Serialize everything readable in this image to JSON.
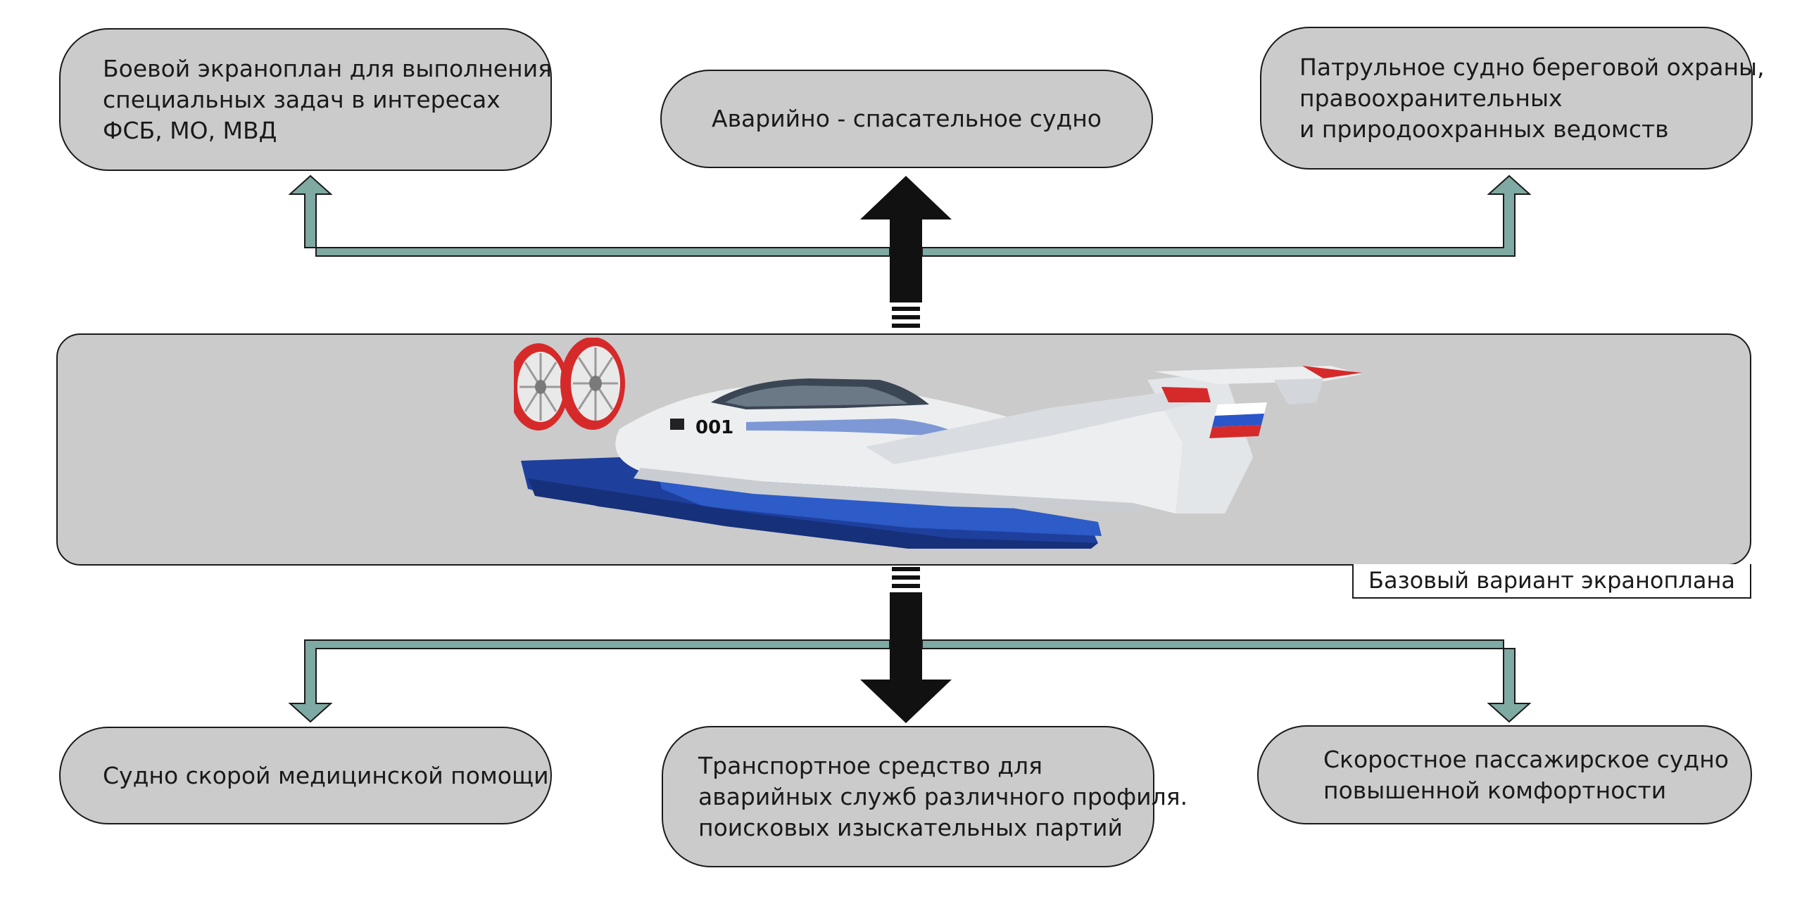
{
  "diagram": {
    "base": {
      "caption": "Базовый вариант экраноплана",
      "hull_number": "001"
    },
    "variants_top": [
      {
        "id": "combat",
        "lines": [
          "Боевой экраноплан для выполнения",
          "специальных задач в интересах",
          "ФСБ, МО, МВД"
        ]
      },
      {
        "id": "rescue",
        "lines": [
          "Аварийно - спасательное судно"
        ]
      },
      {
        "id": "patrol",
        "lines": [
          "Патрульное судно береговой охраны,",
          "правоохранительных",
          "и природоохранных ведомств"
        ]
      }
    ],
    "variants_bottom": [
      {
        "id": "medical",
        "lines": [
          "Судно скорой медицинской помощи"
        ]
      },
      {
        "id": "transport",
        "lines": [
          "Транспортное средство для",
          "аварийных служб различного профиля.",
          "поисковых изыскательных партий"
        ]
      },
      {
        "id": "passenger",
        "lines": [
          "Скоростное пассажирское судно",
          "повышенной комфортности"
        ]
      }
    ],
    "colors": {
      "box_fill": "#cbcbcb",
      "outline": "#1a1a1a",
      "side_arrow": "#7fa9a3",
      "main_arrow": "#111111",
      "fan_red": "#d62a2a",
      "hull_blue": "#1f3f9c",
      "fuselage": "#eceef0"
    }
  }
}
